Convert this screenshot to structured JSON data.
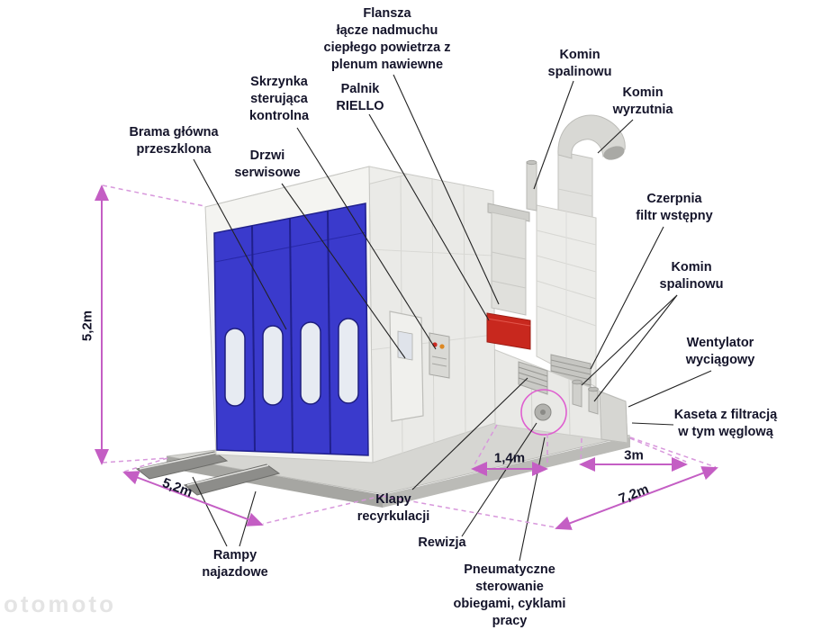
{
  "diagram": {
    "type": "spray-booth-annotated-diagram",
    "colors": {
      "dimension_accent": "#c45ec4",
      "door_blue": "#3a3acc",
      "burner_red": "#c8281e",
      "label_text": "#14142a",
      "annotation_line": "#222222"
    },
    "labels": {
      "flansza": {
        "text": "Flansza\nłącze nadmuchu\nciepłego powietrza z\nplenum nawiewne"
      },
      "komin_spalinowy_top": {
        "text": "Komin\nspalinowu"
      },
      "komin_wyrzutnia": {
        "text": "Komin\nwyrzutnia"
      },
      "skrzynka": {
        "text": "Skrzynka\nsterująca\nkontrolna"
      },
      "palnik": {
        "text": "Palnik\nRIELLO"
      },
      "brama": {
        "text": "Brama główna\nprzeszklona"
      },
      "drzwi": {
        "text": "Drzwi\nserwisowe"
      },
      "czerpnia": {
        "text": "Czerpnia\nfiltr wstępny"
      },
      "komin_spalinowy_right": {
        "text": "Komin\nspalinowu"
      },
      "wentylator": {
        "text": "Wentylator\nwyciągowy"
      },
      "kaseta": {
        "text": "Kaseta z filtracją\nw tym węglową"
      },
      "klapy": {
        "text": "Klapy\nrecyrkulacji"
      },
      "rewizja": {
        "text": "Rewizja"
      },
      "rampy": {
        "text": "Rampy\nnajazdowe"
      },
      "pneumatyczne": {
        "text": "Pneumatyczne\nsterowanie\nobiegami, cyklami\npracy"
      }
    },
    "dimensions": {
      "height": "5,2m",
      "depth": "5,2m",
      "recirculation_width": "1,4m",
      "machine_width": "3m",
      "total_length": "7,2m"
    },
    "watermark": "otomoto"
  }
}
